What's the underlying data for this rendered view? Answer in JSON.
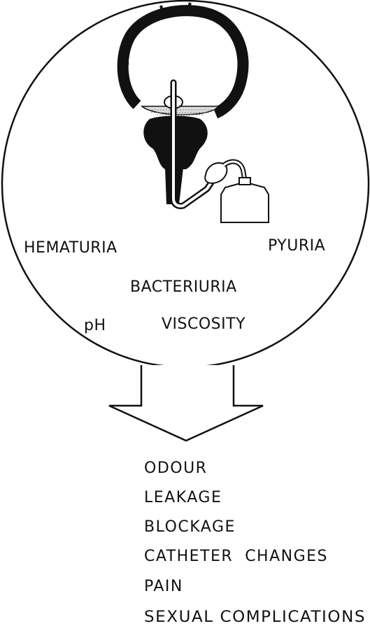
{
  "circle_labels": {
    "hematuria": "HEMATURIA",
    "pyuria": "PYURIA",
    "bacteriuria": "BACTERIURIA",
    "ph": "pH",
    "viscosity": "VISCOSITY"
  },
  "outcomes": [
    "ODOUR",
    "LEAKAGE",
    "BLOCKAGE",
    "CATHETER  CHANGES",
    "PAIN",
    "SEXUAL COMPLICATIONS"
  ]
}
